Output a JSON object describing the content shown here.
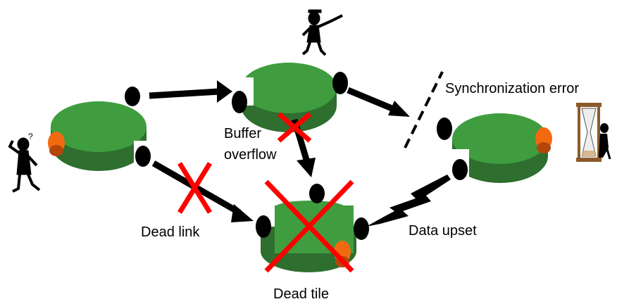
{
  "labels": {
    "sync_error": "Synchronization error",
    "buffer_overflow_line1": "Buffer",
    "buffer_overflow_line2": "overflow",
    "dead_link": "Dead link",
    "data_upset": "Data upset",
    "dead_tile": "Dead tile"
  },
  "icons": {
    "confused_person": "confused-person-icon",
    "pointing_person": "pointing-person-icon",
    "hourglass_person": "hourglass-person-icon",
    "thought_marks": "?"
  },
  "colors": {
    "tile_top": "#3f9d3f",
    "tile_side": "#2e6e2e",
    "error_cross": "#ff0000",
    "port_orange": "#f26a10",
    "arrow": "#000000",
    "hourglass_frame": "#8b5a2b"
  }
}
